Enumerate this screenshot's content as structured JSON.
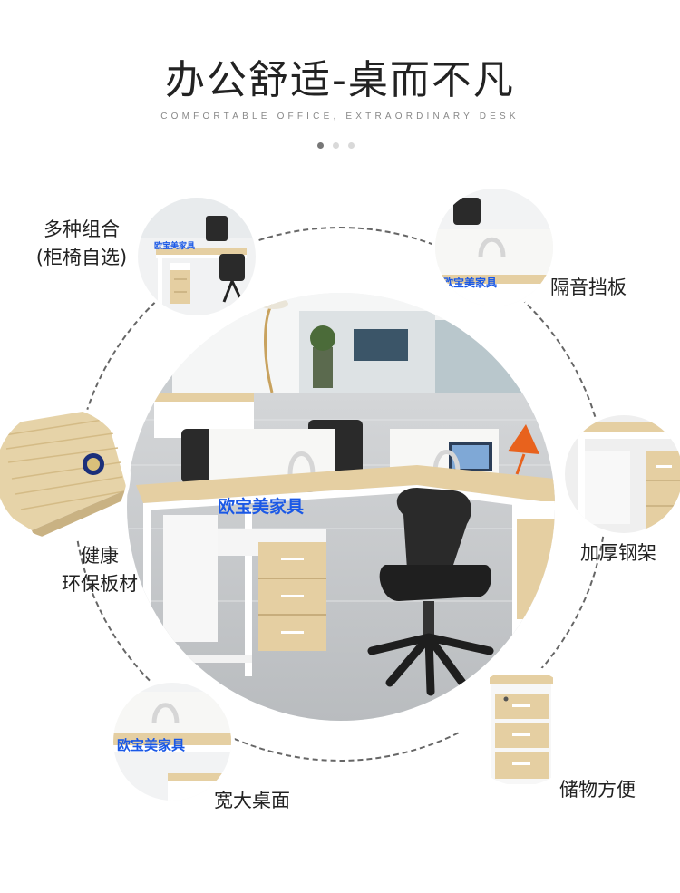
{
  "header": {
    "title": "办公舒适-桌而不凡",
    "subtitle": "COMFORTABLE OFFICE, EXTRAORDINARY DESK",
    "pager": {
      "count": 3,
      "active_index": 0,
      "active_color": "#777777",
      "inactive_color": "#d9d9d9"
    }
  },
  "brand_text": "欧宝美家具",
  "features": {
    "combo": {
      "line1": "多种组合",
      "line2": "(柜椅自选)",
      "icon": "office-combo-photo"
    },
    "soundproof": {
      "label": "隔音挡板",
      "icon": "privacy-panel-photo"
    },
    "board": {
      "line1": "健康",
      "line2": "环保板材",
      "icon": "wood-board-photo"
    },
    "steel": {
      "label": "加厚钢架",
      "icon": "steel-frame-photo"
    },
    "desktop": {
      "label": "宽大桌面",
      "icon": "desk-surface-photo"
    },
    "storage": {
      "label": "储物方便",
      "icon": "drawer-cabinet-photo"
    }
  },
  "colors": {
    "wood": "#e5cfa2",
    "frame": "#ffffff",
    "ring": "#666666",
    "brand": "#1a58e6",
    "chair": "#2a2a2a"
  }
}
